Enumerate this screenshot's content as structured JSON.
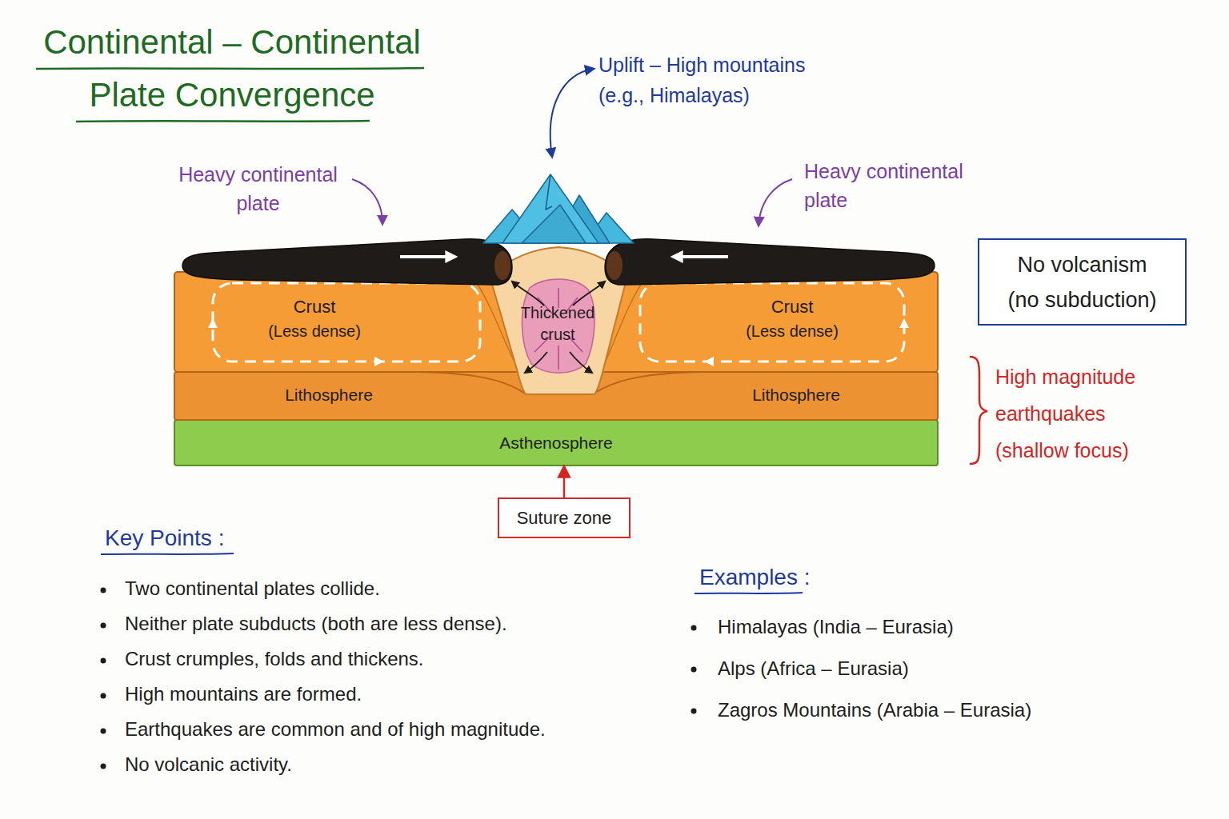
{
  "diagram": {
    "title": "Continental – Continental Plate Convergence",
    "nodes": [
      {
        "text": [
          "Crust",
          "(Less dense)"
        ]
      },
      {
        "text": [
          "Thickened crust"
        ]
      },
      {
        "text": [
          "Crust",
          "(Less dense)"
        ]
      },
      {
        "text": [
          "No volcanism",
          "(no subduction)"
        ]
      },
      {
        "text": [
          "Lithosphere"
        ]
      },
      {
        "text": [
          "Lithosphere"
        ]
      },
      {
        "text": [
          "Asthenosphere"
        ]
      },
      {
        "text": [
          "Suture zone"
        ]
      }
    ],
    "edges": [
      {
        "from": 7,
        "to": 6,
        "arrow": "to"
      }
    ],
    "labels": [
      "Uplift – High mountains (e.g., Himalayas)",
      "Heavy continental plate",
      "Heavy continental plate",
      "High magnitude earthquakes (shallow focus)",
      "Key Points :",
      "Two continental plates collide.",
      "Neither plate subducts (both are less dense).",
      "Crust crumples, folds and thickens.",
      "High mountains are formed.",
      "Earthquakes are common and of high magnitude.",
      "No volcanic activity.",
      "Examples :",
      "Himalayas (India – Eurasia)",
      "Alps (Africa – Eurasia)",
      "Zagros Mountains (Arabia – Eurasia)"
    ]
  }
}
